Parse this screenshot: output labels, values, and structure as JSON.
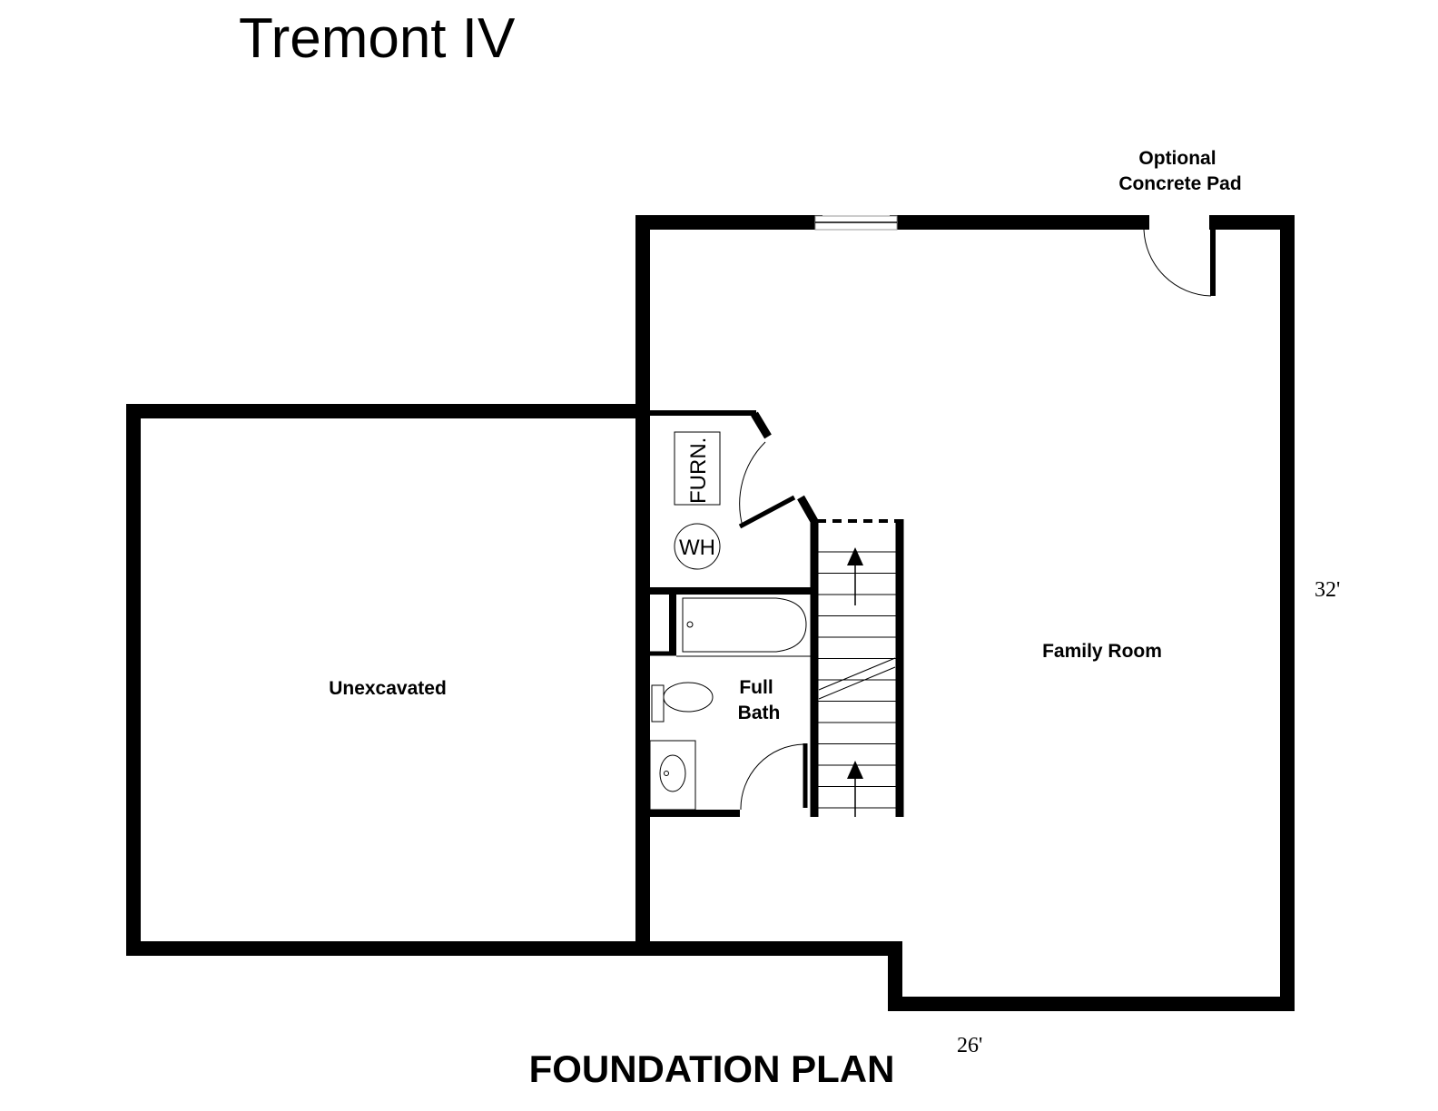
{
  "title": "Tremont IV",
  "plan_label": "FOUNDATION PLAN",
  "rooms": {
    "unexcavated": "Unexcavated",
    "family_room": "Family Room",
    "full_bath_line1": "Full",
    "full_bath_line2": "Bath",
    "concrete_pad_line1": "Optional",
    "concrete_pad_line2": "Concrete Pad"
  },
  "fixtures": {
    "furnace": "FURN.",
    "water_heater": "WH"
  },
  "dimensions": {
    "depth": "32'",
    "width": "26'"
  }
}
